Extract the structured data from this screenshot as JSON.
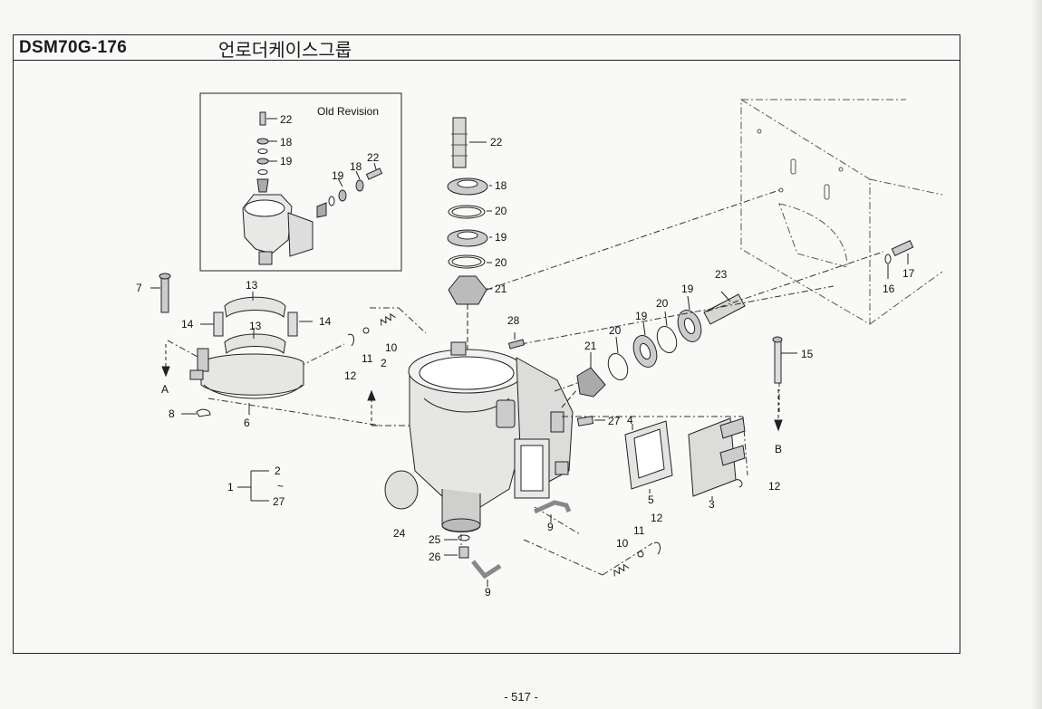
{
  "header": {
    "model_code": "DSM70G-176",
    "group_name": "언로더케이스그룹"
  },
  "inset": {
    "title": "Old Revision",
    "callouts": [
      "22",
      "18",
      "19",
      "19",
      "18",
      "22"
    ]
  },
  "callouts": {
    "c22": "22",
    "c18": "18",
    "c20a": "20",
    "c19": "19",
    "c20b": "20",
    "c21": "21",
    "c7": "7",
    "c13a": "13",
    "c14a": "14",
    "c13b": "13",
    "c14b": "14",
    "c10a": "10",
    "c11a": "11",
    "c12a": "12",
    "c2": "2",
    "c28": "28",
    "c23": "23",
    "c20c": "20",
    "c19b": "19",
    "c20d": "20",
    "c19c": "19",
    "c21b": "21",
    "c17": "17",
    "c16": "16",
    "c15": "15",
    "c27": "27",
    "c4": "4",
    "c5": "5",
    "c3": "3",
    "c12b": "12",
    "c6": "6",
    "c8": "8",
    "cA": "A",
    "cB": "B",
    "c9a": "9",
    "c24": "24",
    "c25": "25",
    "c26": "26",
    "c9b": "9",
    "c10b": "10",
    "c11b": "11",
    "c12c": "12"
  },
  "range_note": {
    "main": "1",
    "from": "2",
    "tilde": "~",
    "to": "27"
  },
  "footer": {
    "page_number": "- 517 -"
  }
}
